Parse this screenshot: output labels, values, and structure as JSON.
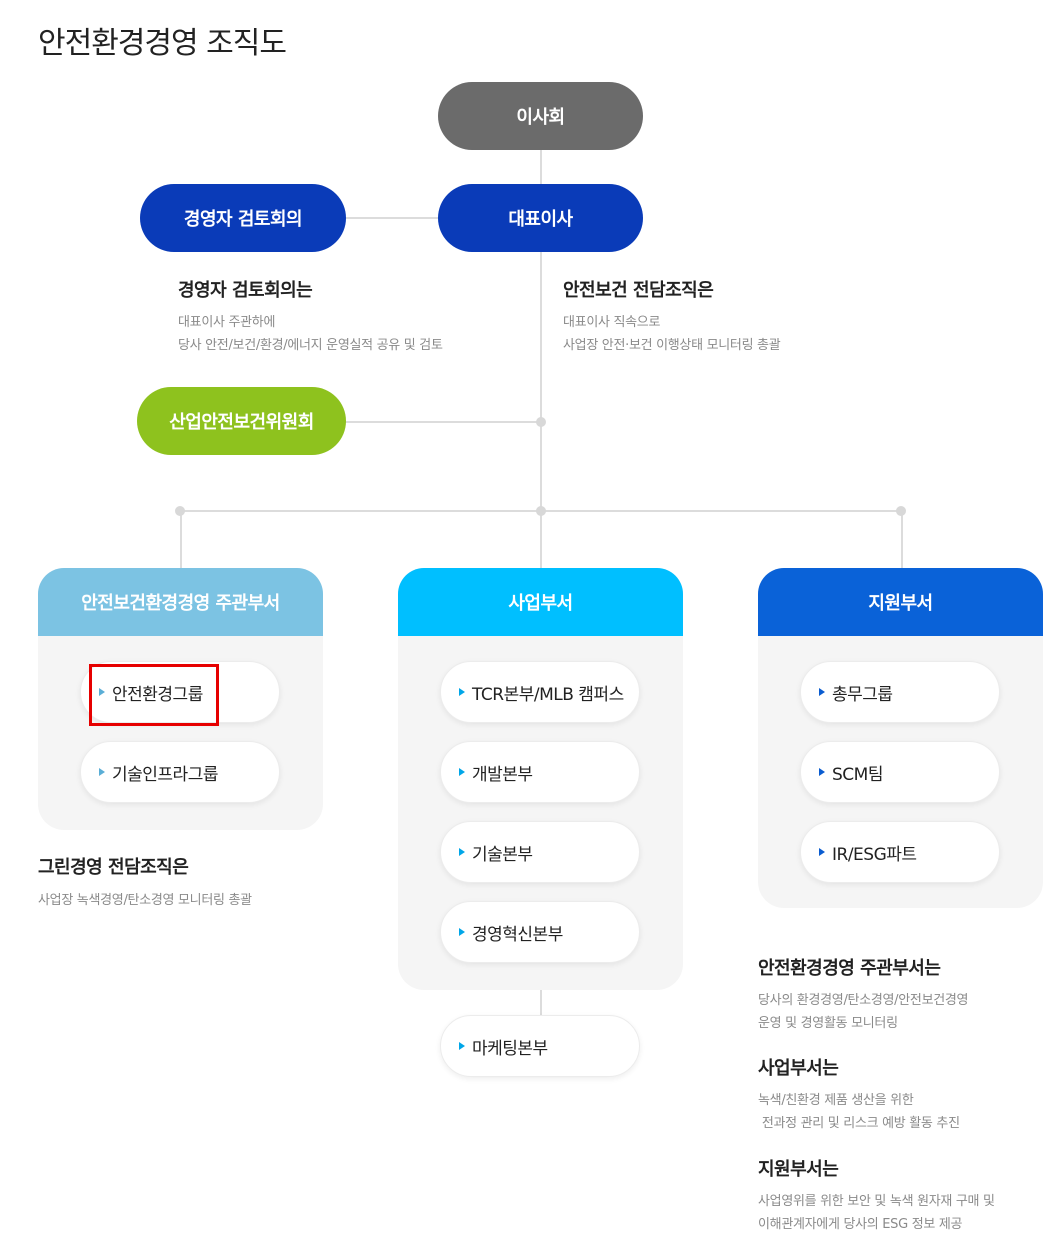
{
  "title": "안전환경경영 조직도",
  "top": {
    "board": "이사회",
    "ceo": "대표이사",
    "review_meeting": "경영자 검토회의",
    "committee": "산업안전보건위원회"
  },
  "descriptions": {
    "review": {
      "title": "경영자 검토회의는",
      "lines": [
        "대표이사 주관하에",
        "당사 안전/보건/환경/에너지 운영실적 공유 및 검토"
      ]
    },
    "safety": {
      "title": "안전보건 전담조직은",
      "lines": [
        "대표이사 직속으로",
        "사업장 안전·보건 이행상태 모니터링 총괄"
      ]
    },
    "green": {
      "title": "그린경영 전담조직은",
      "lines": [
        "사업장 녹색경영/탄소경영 모니터링 총괄"
      ]
    },
    "main_dept": {
      "title": "안전환경경영 주관부서는",
      "lines": [
        "당사의 환경경영/탄소경영/안전보건경영",
        "운영 및 경영활동 모니터링"
      ]
    },
    "business_dept": {
      "title": "사업부서는",
      "lines": [
        "녹색/친환경 제품 생산을 위한",
        " 전과정 관리 및 리스크 예방 활동 추진"
      ]
    },
    "support_dept": {
      "title": "지원부서는",
      "lines": [
        "사업영위를 위한 보안 및 녹색 원자재 구매 및",
        "이해관계자에게 당사의 ESG 정보 제공"
      ]
    }
  },
  "columns": [
    {
      "header": "안전보건환경경영 주관부서",
      "items": [
        "안전환경그룹",
        "기술인프라그룹"
      ]
    },
    {
      "header": "사업부서",
      "items": [
        "TCR본부/MLB 캠퍼스",
        "개발본부",
        "기술본부",
        "경영혁신본부",
        "마케팅본부"
      ]
    },
    {
      "header": "지원부서",
      "items": [
        "총무그룹",
        "SCM팀",
        "IR/ESG파트"
      ]
    }
  ],
  "colors": {
    "board": "#6b6b6b",
    "ceo": "#0a3bb8",
    "committee": "#8ec21e",
    "col1_header": "#7cc3e3",
    "col2_header": "#00bfff",
    "col3_header": "#0a62d8",
    "highlight": "#e60000"
  }
}
